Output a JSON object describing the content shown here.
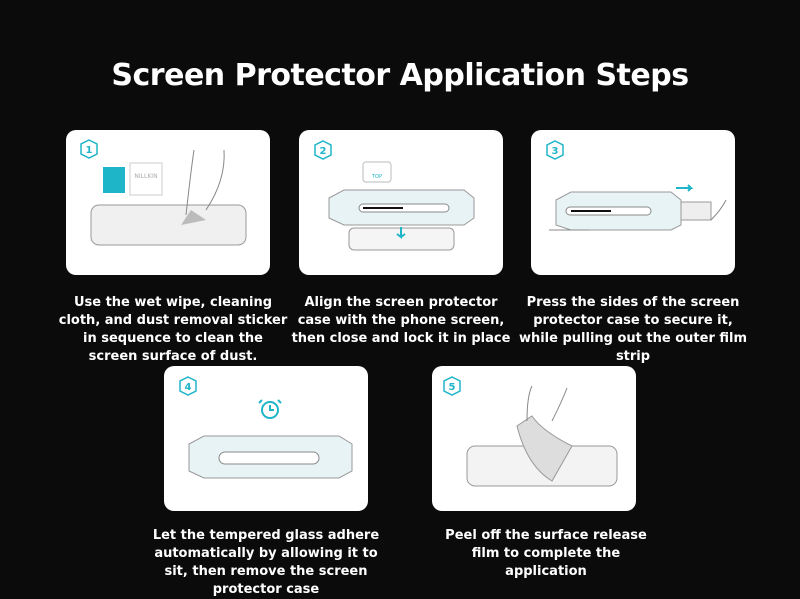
{
  "title": "Screen Protector Application Steps",
  "steps": [
    {
      "number": "1",
      "caption": "Use the wet wipe, cleaning cloth, and dust removal sticker in sequence to clean the screen surface of dust.",
      "brand": "NILLKIN"
    },
    {
      "number": "2",
      "caption": "Align the screen protector case with the phone screen, then close and lock it in place",
      "tag": "TOP"
    },
    {
      "number": "3",
      "caption": "Press the sides of the screen protector case to secure it, while pulling out the outer film strip"
    },
    {
      "number": "4",
      "caption": "Let the tempered glass adhere automatically by allowing it to sit, then remove the screen protector case"
    },
    {
      "number": "5",
      "caption": "Peel off the surface release film to complete the application"
    }
  ],
  "colors": {
    "accent": "#1fb5c8",
    "background": "#0b0b0b"
  }
}
